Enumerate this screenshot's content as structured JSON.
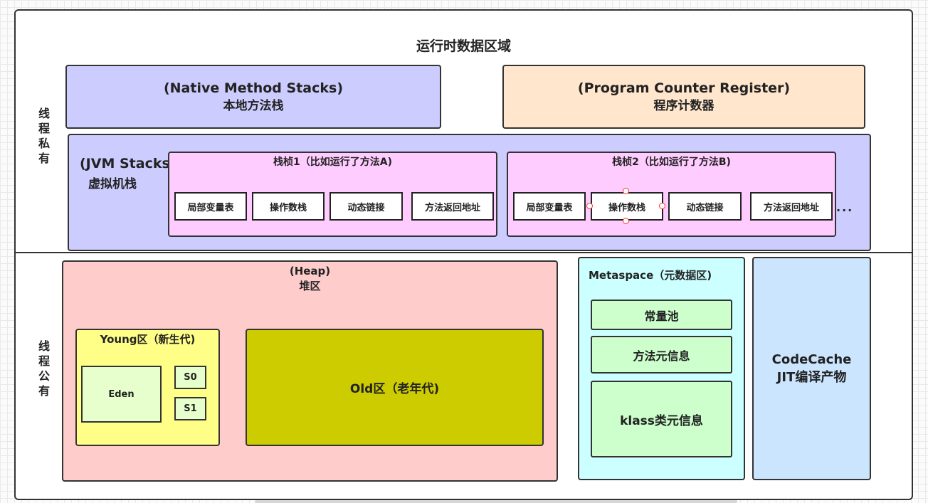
{
  "title": "运行时数据区域",
  "private_label": [
    "线",
    "程",
    "私",
    "有"
  ],
  "shared_label": [
    "线",
    "程",
    "公",
    "有"
  ],
  "native_stacks": {
    "title": "(Native Method Stacks)",
    "subtitle": "本地方法栈"
  },
  "pc_register": {
    "title": "(Program Counter Register)",
    "subtitle": "程序计数器"
  },
  "jvm_stacks": {
    "title": "(JVM Stacks)",
    "subtitle": "虚拟机栈",
    "frames": [
      {
        "title": "栈桢1（比如运行了方法A)",
        "slots": [
          "局部变量表",
          "操作数栈",
          "动态链接",
          "方法返回地址"
        ]
      },
      {
        "title": "栈桢2（比如运行了方法B)",
        "slots": [
          "局部变量表",
          "操作数栈",
          "动态链接",
          "方法返回地址"
        ]
      }
    ],
    "ellipsis": "..."
  },
  "heap": {
    "title": "(Heap)",
    "subtitle": "堆区",
    "young": {
      "title": "Young区（新生代)",
      "eden": "Eden",
      "s0": "S0",
      "s1": "S1"
    },
    "old": "Old区（老年代)"
  },
  "metaspace": {
    "title": "Metaspace（元数据区)",
    "items": [
      "常量池",
      "方法元信息",
      "klass类元信息"
    ]
  },
  "codecache": {
    "title": "CodeCache",
    "subtitle": "JIT编译产物"
  },
  "colors": {
    "native": "#ccccff",
    "pc": "#ffe6cc",
    "frame": "#ffccff",
    "heap": "#ffcccc",
    "young": "#ffff88",
    "old": "#cccc00",
    "metaspace": "#ccffff",
    "meta_item": "#ccffcc",
    "codecache": "#cce5ff"
  }
}
